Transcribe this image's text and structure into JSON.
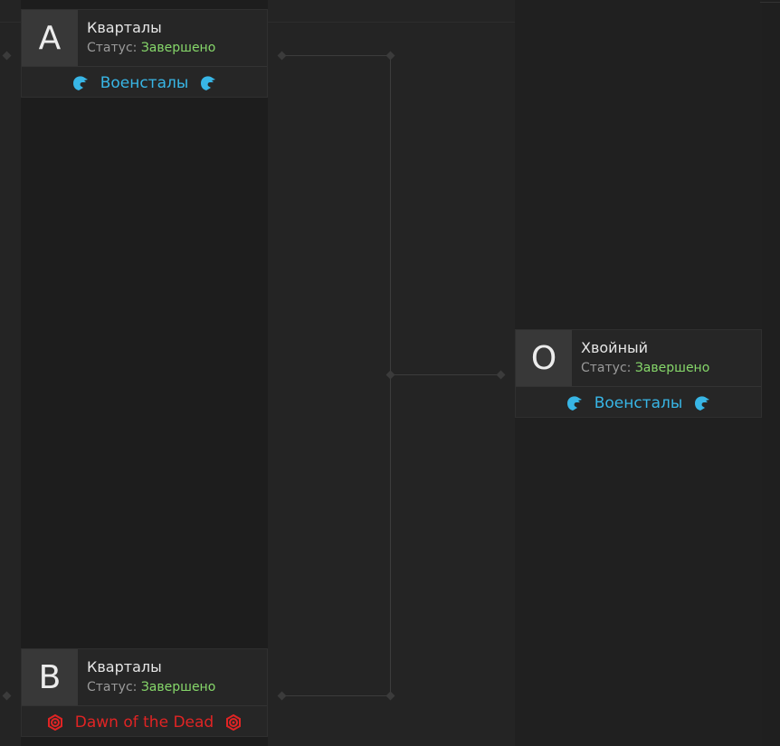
{
  "bracket": {
    "matches": [
      {
        "letter": "A",
        "name": "Кварталы",
        "status_label": "Статус:",
        "status_value": "Завершено",
        "team": "Военсталы",
        "team_icon": "eagle-icon",
        "team_color": "#38b6e6"
      },
      {
        "letter": "B",
        "name": "Кварталы",
        "status_label": "Статус:",
        "status_value": "Завершено",
        "team": "Dawn of the Dead",
        "team_icon": "biohazard-emblem-icon",
        "team_color": "#e02424"
      },
      {
        "letter": "O",
        "name": "Хвойный",
        "status_label": "Статус:",
        "status_value": "Завершено",
        "team": "Военсталы",
        "team_icon": "eagle-icon",
        "team_color": "#38b6e6"
      }
    ]
  },
  "colors": {
    "background": "#242424",
    "status_ok": "#86d76a",
    "team_blue": "#38b6e6",
    "team_red": "#e02424"
  }
}
